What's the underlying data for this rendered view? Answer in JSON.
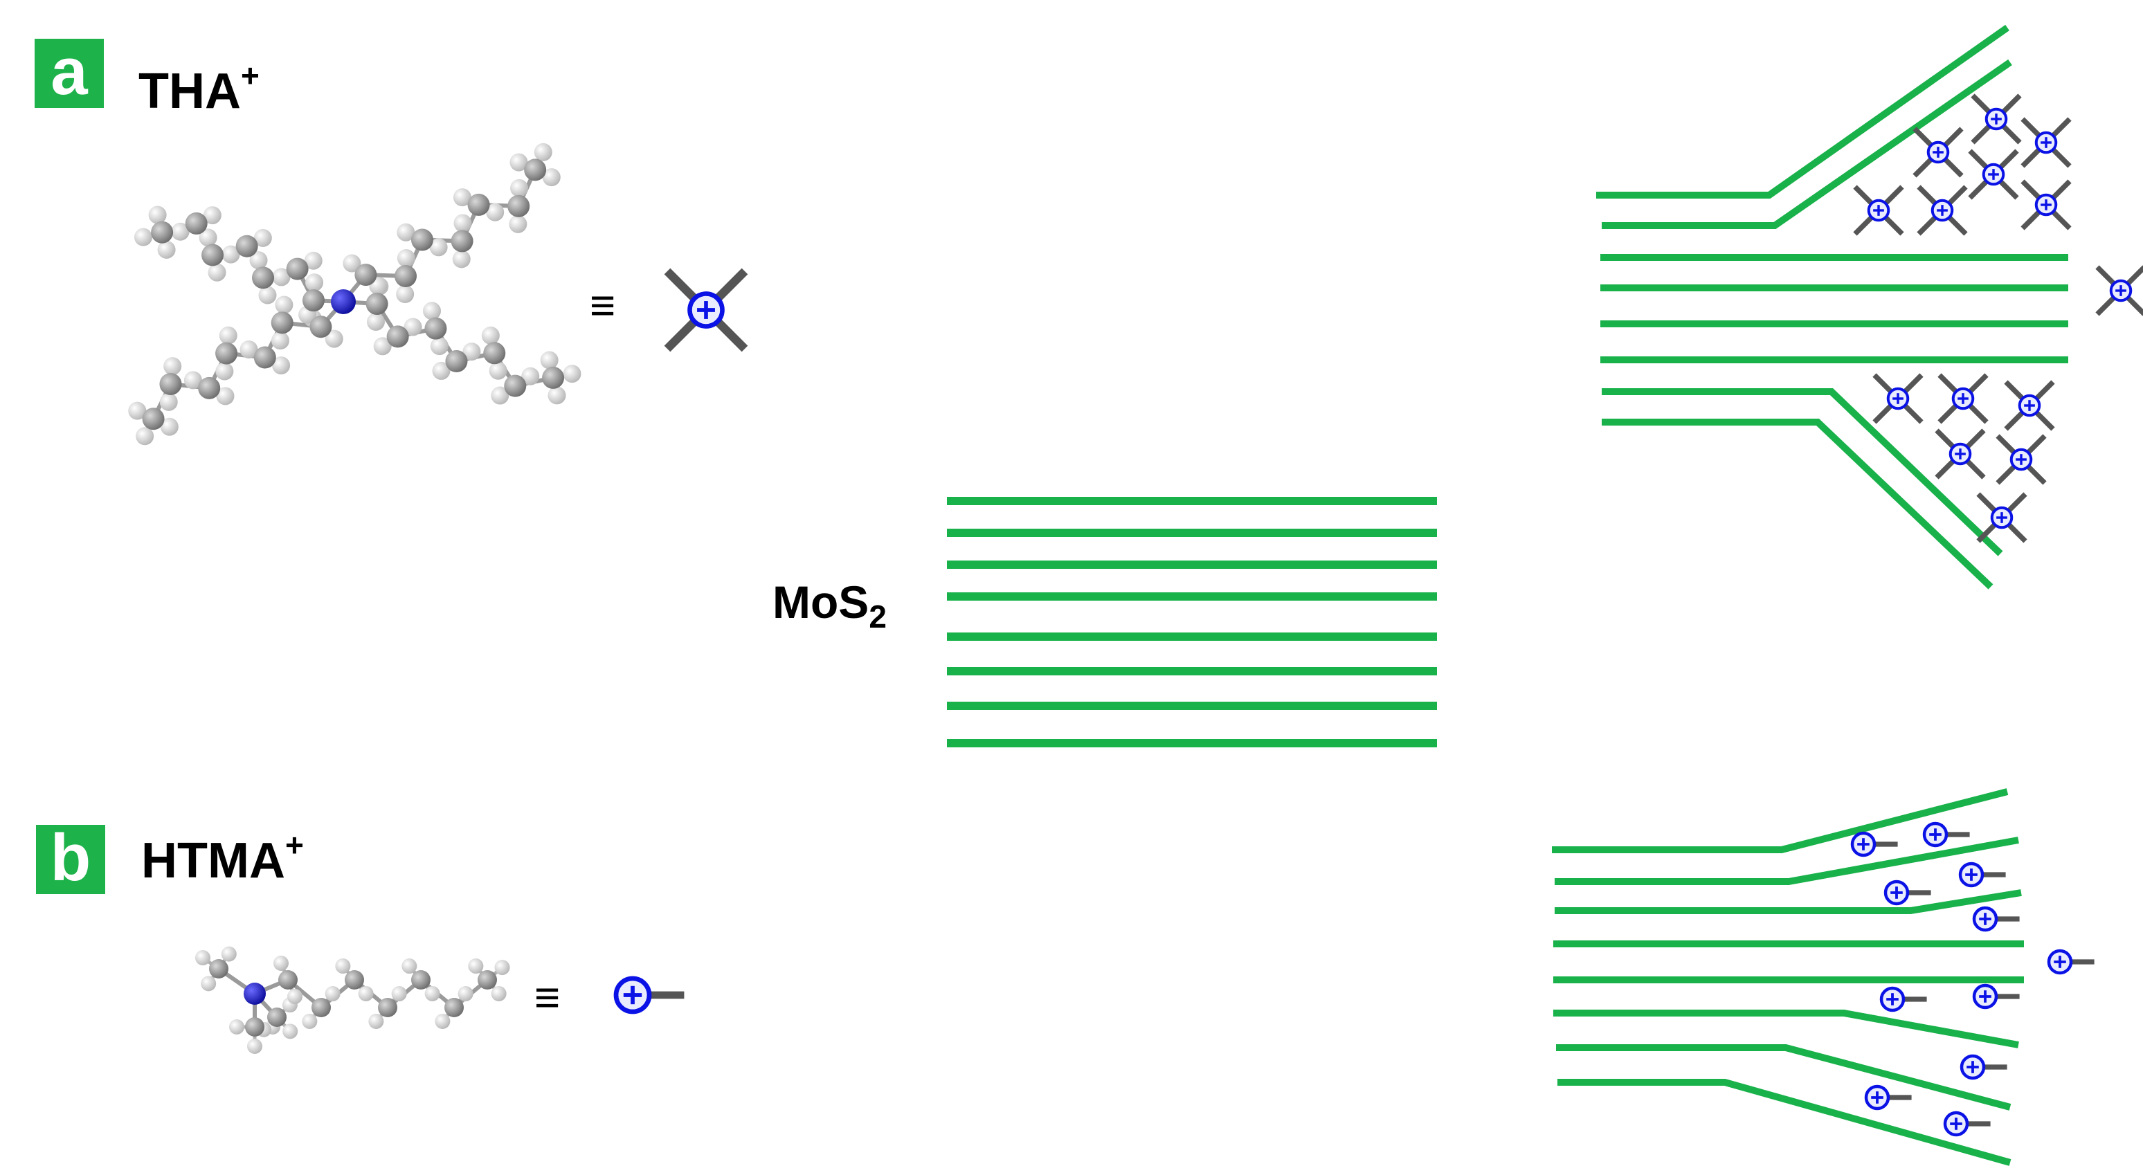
{
  "panels": {
    "a": {
      "letter": "a",
      "molecule_main": "THA",
      "molecule_charge": "+",
      "equiv_symbol": "≡",
      "icon": "tha-cation-icon"
    },
    "b": {
      "letter": "b",
      "molecule_main": "HTMA",
      "molecule_charge": "+",
      "equiv_symbol": "≡",
      "icon": "htma-cation-icon"
    }
  },
  "center": {
    "label_main": "MoS",
    "label_sub": "2",
    "layer_count": 8
  },
  "colors": {
    "label_bg": "#1db24a",
    "layer": "#18b14a",
    "ion": "#0a12e6",
    "ion_fill": "#e9ecff",
    "tail": "#555555",
    "carbon": "#8a8a8a",
    "hydrogen": "#d3d3d3",
    "nitrogen": "#1515c8"
  }
}
